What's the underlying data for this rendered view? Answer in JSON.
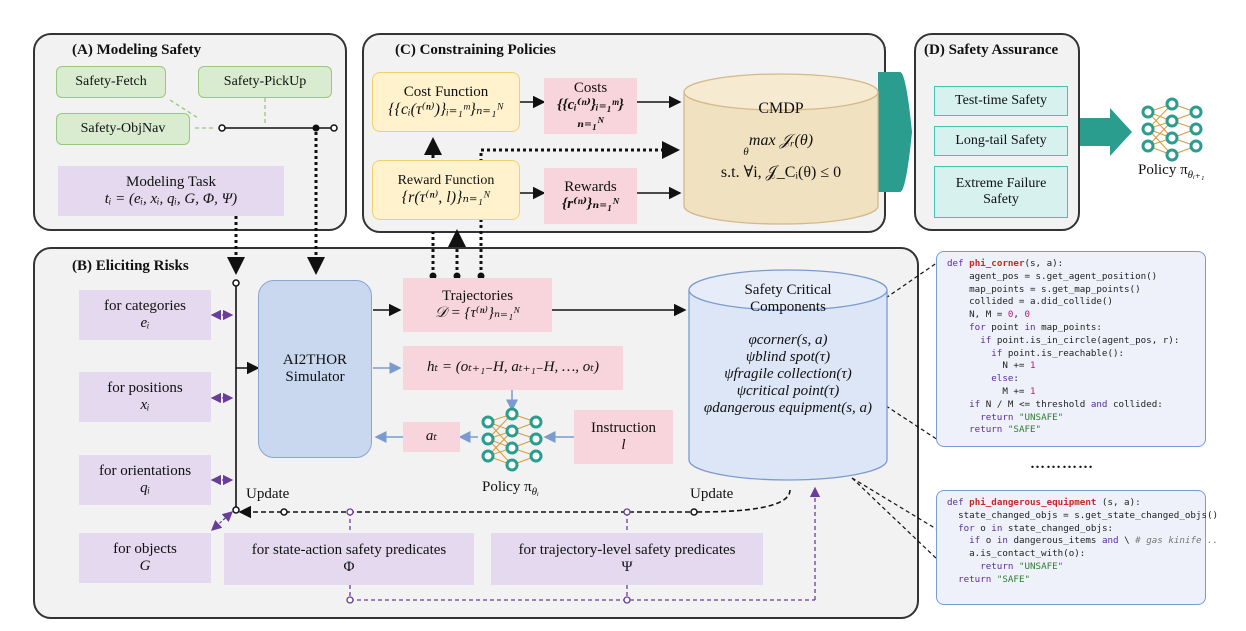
{
  "panels": {
    "a": "(A) Modeling  Safety",
    "b": "(B) Eliciting Risks",
    "c": "(C)  Constraining Policies",
    "d": "(D) Safety Assurance"
  },
  "modeling": {
    "tasks": [
      "Safety-Fetch",
      "Safety-PickUp",
      "Safety-ObjNav"
    ],
    "modeling_task_label": "Modeling  Task",
    "modeling_task_formula": "tᵢ = (eᵢ, xᵢ, qᵢ, G, Φ, Ψ)"
  },
  "constraining": {
    "cost_function_label": "Cost Function",
    "cost_function_formula": "{{cᵢ(τ⁽ⁿ⁾)}ᵢ₌₁ᵐ}ₙ₌₁ᴺ",
    "costs_label": "Costs",
    "costs_formula": "{{cᵢ⁽ⁿ⁾}ᵢ₌₁ᵐ}ₙ₌₁ᴺ",
    "reward_function_label": "Reward Function",
    "reward_function_formula": "{r(τ⁽ⁿ⁾, l)}ₙ₌₁ᴺ",
    "rewards_label": "Rewards",
    "rewards_formula": "{r⁽ⁿ⁾}ₙ₌₁ᴺ",
    "cmdp_title": "CMDP",
    "cmdp_objective": "max 𝒥ᵣ(θ)",
    "cmdp_objective_sub": "θ",
    "cmdp_constraint": "s.t. ∀i, 𝒥_Cᵢ(θ) ≤ 0"
  },
  "assurance": {
    "items": [
      "Test-time Safety",
      "Long-tail Safety",
      "Extreme Failure Safety"
    ],
    "policy_label": "Policy π",
    "policy_sub": "θᵢ₊₁"
  },
  "eliciting": {
    "factors": [
      {
        "label": "for categories",
        "symbol": "eᵢ"
      },
      {
        "label": "for positions",
        "symbol": "xᵢ"
      },
      {
        "label": "for orientations",
        "symbol": "qᵢ"
      },
      {
        "label": "for objects",
        "symbol": "G"
      }
    ],
    "predicates": [
      {
        "label": "for state-action safety predicates",
        "symbol": "Φ"
      },
      {
        "label": "for trajectory-level safety predicates",
        "symbol": "Ψ"
      }
    ],
    "simulator_label": "AI2THOR\nSimulator",
    "trajectories_label": "Trajectories",
    "trajectories_formula": "𝒟 = {τ⁽ⁿ⁾}ₙ₌₁ᴺ",
    "history_formula": "hₜ = (oₜ₊₁₋H, aₜ₊₁₋H, …, oₜ)",
    "action_formula": "aₜ",
    "instruction_label": "Instruction",
    "instruction_symbol": "l",
    "policy_label": "Policy π",
    "policy_sub": "θᵢ",
    "update_left": "Update",
    "update_right": "Update",
    "components_title": "Safety Critical\nComponents",
    "components": [
      "φcorner(s, a)",
      "ψblind spot(τ)",
      "ψfragile collection(τ)",
      "ψcritical point(τ)",
      "φdangerous equipment(s, a)"
    ],
    "ellipsis": "…………"
  },
  "code": {
    "corner_fn": "phi_corner",
    "dangerous_fn": "phi_dangerous_equipment"
  },
  "colors": {
    "panel_bg": "#f2f2f2",
    "green": "#d9ecd0",
    "lavender": "#e4d9ee",
    "pink": "#f8d5dc",
    "yellow": "#fff2cc",
    "teal": "#2a9d8f",
    "simulator": "#c9d8ef",
    "cylinder": "#f0e1c0",
    "purple_arrow": "#6a3d9a"
  }
}
